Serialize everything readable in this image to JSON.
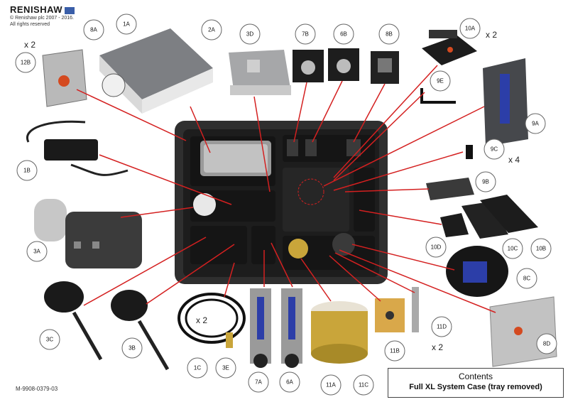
{
  "brand": {
    "logo_text": "RENISHAW",
    "copyright": "© Renishaw plc 2007 - 2016.",
    "rights": "All rights reserved"
  },
  "doc_ref": "M-9908-0379-03",
  "contents_box": {
    "heading": "Contents",
    "subtitle": "Full XL System Case (tray removed)"
  },
  "quantities": {
    "q12B": "x 2",
    "q10A": "x 2",
    "q9C": "x 4",
    "q1C": "x 2",
    "q11D": "x 2"
  },
  "callouts": [
    {
      "id": "8A"
    },
    {
      "id": "1A"
    },
    {
      "id": "2A"
    },
    {
      "id": "3D"
    },
    {
      "id": "7B"
    },
    {
      "id": "6B"
    },
    {
      "id": "8B"
    },
    {
      "id": "10A"
    },
    {
      "id": "12B"
    },
    {
      "id": "9E"
    },
    {
      "id": "9A"
    },
    {
      "id": "1B"
    },
    {
      "id": "9C"
    },
    {
      "id": "9B"
    },
    {
      "id": "3A"
    },
    {
      "id": "10D"
    },
    {
      "id": "10C"
    },
    {
      "id": "10B"
    },
    {
      "id": "8C"
    },
    {
      "id": "3C"
    },
    {
      "id": "3B"
    },
    {
      "id": "1C"
    },
    {
      "id": "3E"
    },
    {
      "id": "7A"
    },
    {
      "id": "6A"
    },
    {
      "id": "11A"
    },
    {
      "id": "11C"
    },
    {
      "id": "11B"
    },
    {
      "id": "11D"
    },
    {
      "id": "8D"
    }
  ],
  "colors": {
    "leader_line": "#d42020",
    "case_body": "#2f2f2f",
    "case_inner": "#1d1d1d",
    "accent_blue": "#3a5ea8",
    "gold": "#c9a53a"
  }
}
